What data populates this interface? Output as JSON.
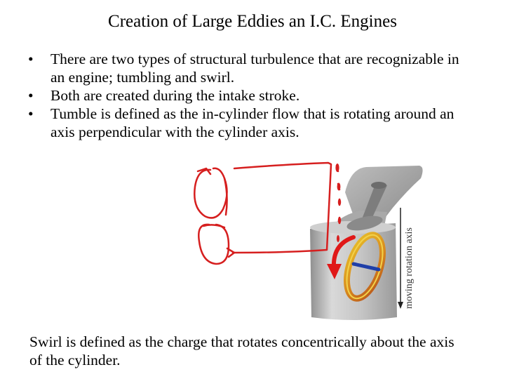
{
  "title": "Creation of Large Eddies an I.C. Engines",
  "bullets": [
    {
      "marker": "•",
      "text": "There are two types of structural turbulence that are recognizable in an engine; tumbling and swirl."
    },
    {
      "marker": "•",
      "text": "Both are created during the intake stroke."
    },
    {
      "marker": "•",
      "text": "Tumble is defined as the in-cylinder flow that is rotating around an axis perpendicular with the cylinder axis."
    }
  ],
  "figure": {
    "axis_label": "moving rotation axis",
    "colors": {
      "ink": "#d61f1f",
      "cylinder": "#b9b9b9",
      "ring_outer": "#c8661a",
      "ring_inner": "#e8c02a",
      "axis_bar": "#1f3fa8"
    }
  },
  "caption": "Swirl is defined as the charge that rotates concentrically about the axis of the cylinder."
}
